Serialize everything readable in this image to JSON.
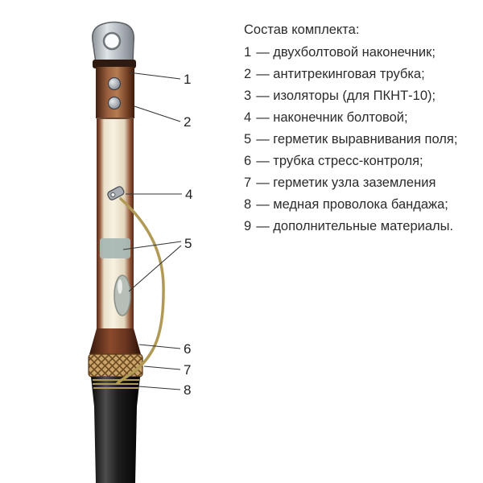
{
  "legend": {
    "title": "Состав комплекта:",
    "items": [
      {
        "num": "1",
        "text": "— двухболтовой наконечник;"
      },
      {
        "num": "2",
        "text": "— антитрекинговая трубка;"
      },
      {
        "num": "3",
        "text": "— изоляторы (для ПКНТ-10);"
      },
      {
        "num": "4",
        "text": "— наконечник болтовой;"
      },
      {
        "num": "5",
        "text": "— герметик выравнивания поля;"
      },
      {
        "num": "6",
        "text": "— трубка стресс-контроля;"
      },
      {
        "num": "7",
        "text": "— герметик узла заземления"
      },
      {
        "num": "8",
        "text": "— медная проволока бандажа;"
      },
      {
        "num": "9",
        "text": "— дополнительные материалы."
      }
    ]
  },
  "callouts": {
    "c1": "1",
    "c2": "2",
    "c4": "4",
    "c5": "5",
    "c6": "6",
    "c7": "7",
    "c8": "8"
  },
  "colors": {
    "copper_lug": "#8a5436",
    "tube_cream": "#f3ecd9",
    "antitracking_brown": "#6e3b26",
    "cable_black": "#111111",
    "braid_tan": "#c9a368",
    "ground_wire": "#b09a55",
    "metal_gray": "#b9bfc4",
    "text": "#2b2b2b"
  }
}
